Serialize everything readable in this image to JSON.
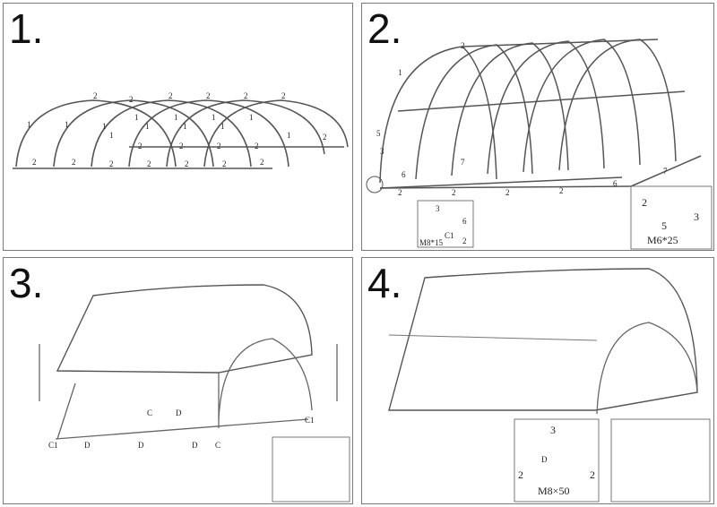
{
  "steps": [
    {
      "number": "1."
    },
    {
      "number": "2.",
      "detail_left": {
        "a": "3",
        "b": "6",
        "c": "2",
        "bolt": "M8*15",
        "clamp": "C1"
      },
      "detail_right": {
        "a": "2",
        "b": "3",
        "c": "5",
        "bolt": "M6*25"
      }
    },
    {
      "number": "3."
    },
    {
      "number": "4.",
      "detail_left": {
        "a": "3",
        "b": "2",
        "c": "2",
        "d": "D",
        "bolt": "M8×50"
      }
    }
  ],
  "part_labels": {
    "p1": "1",
    "p2": "2",
    "p3": "3",
    "p5": "5",
    "p6": "6",
    "p7": "7",
    "c": "C",
    "c1": "C1",
    "d": "D"
  }
}
